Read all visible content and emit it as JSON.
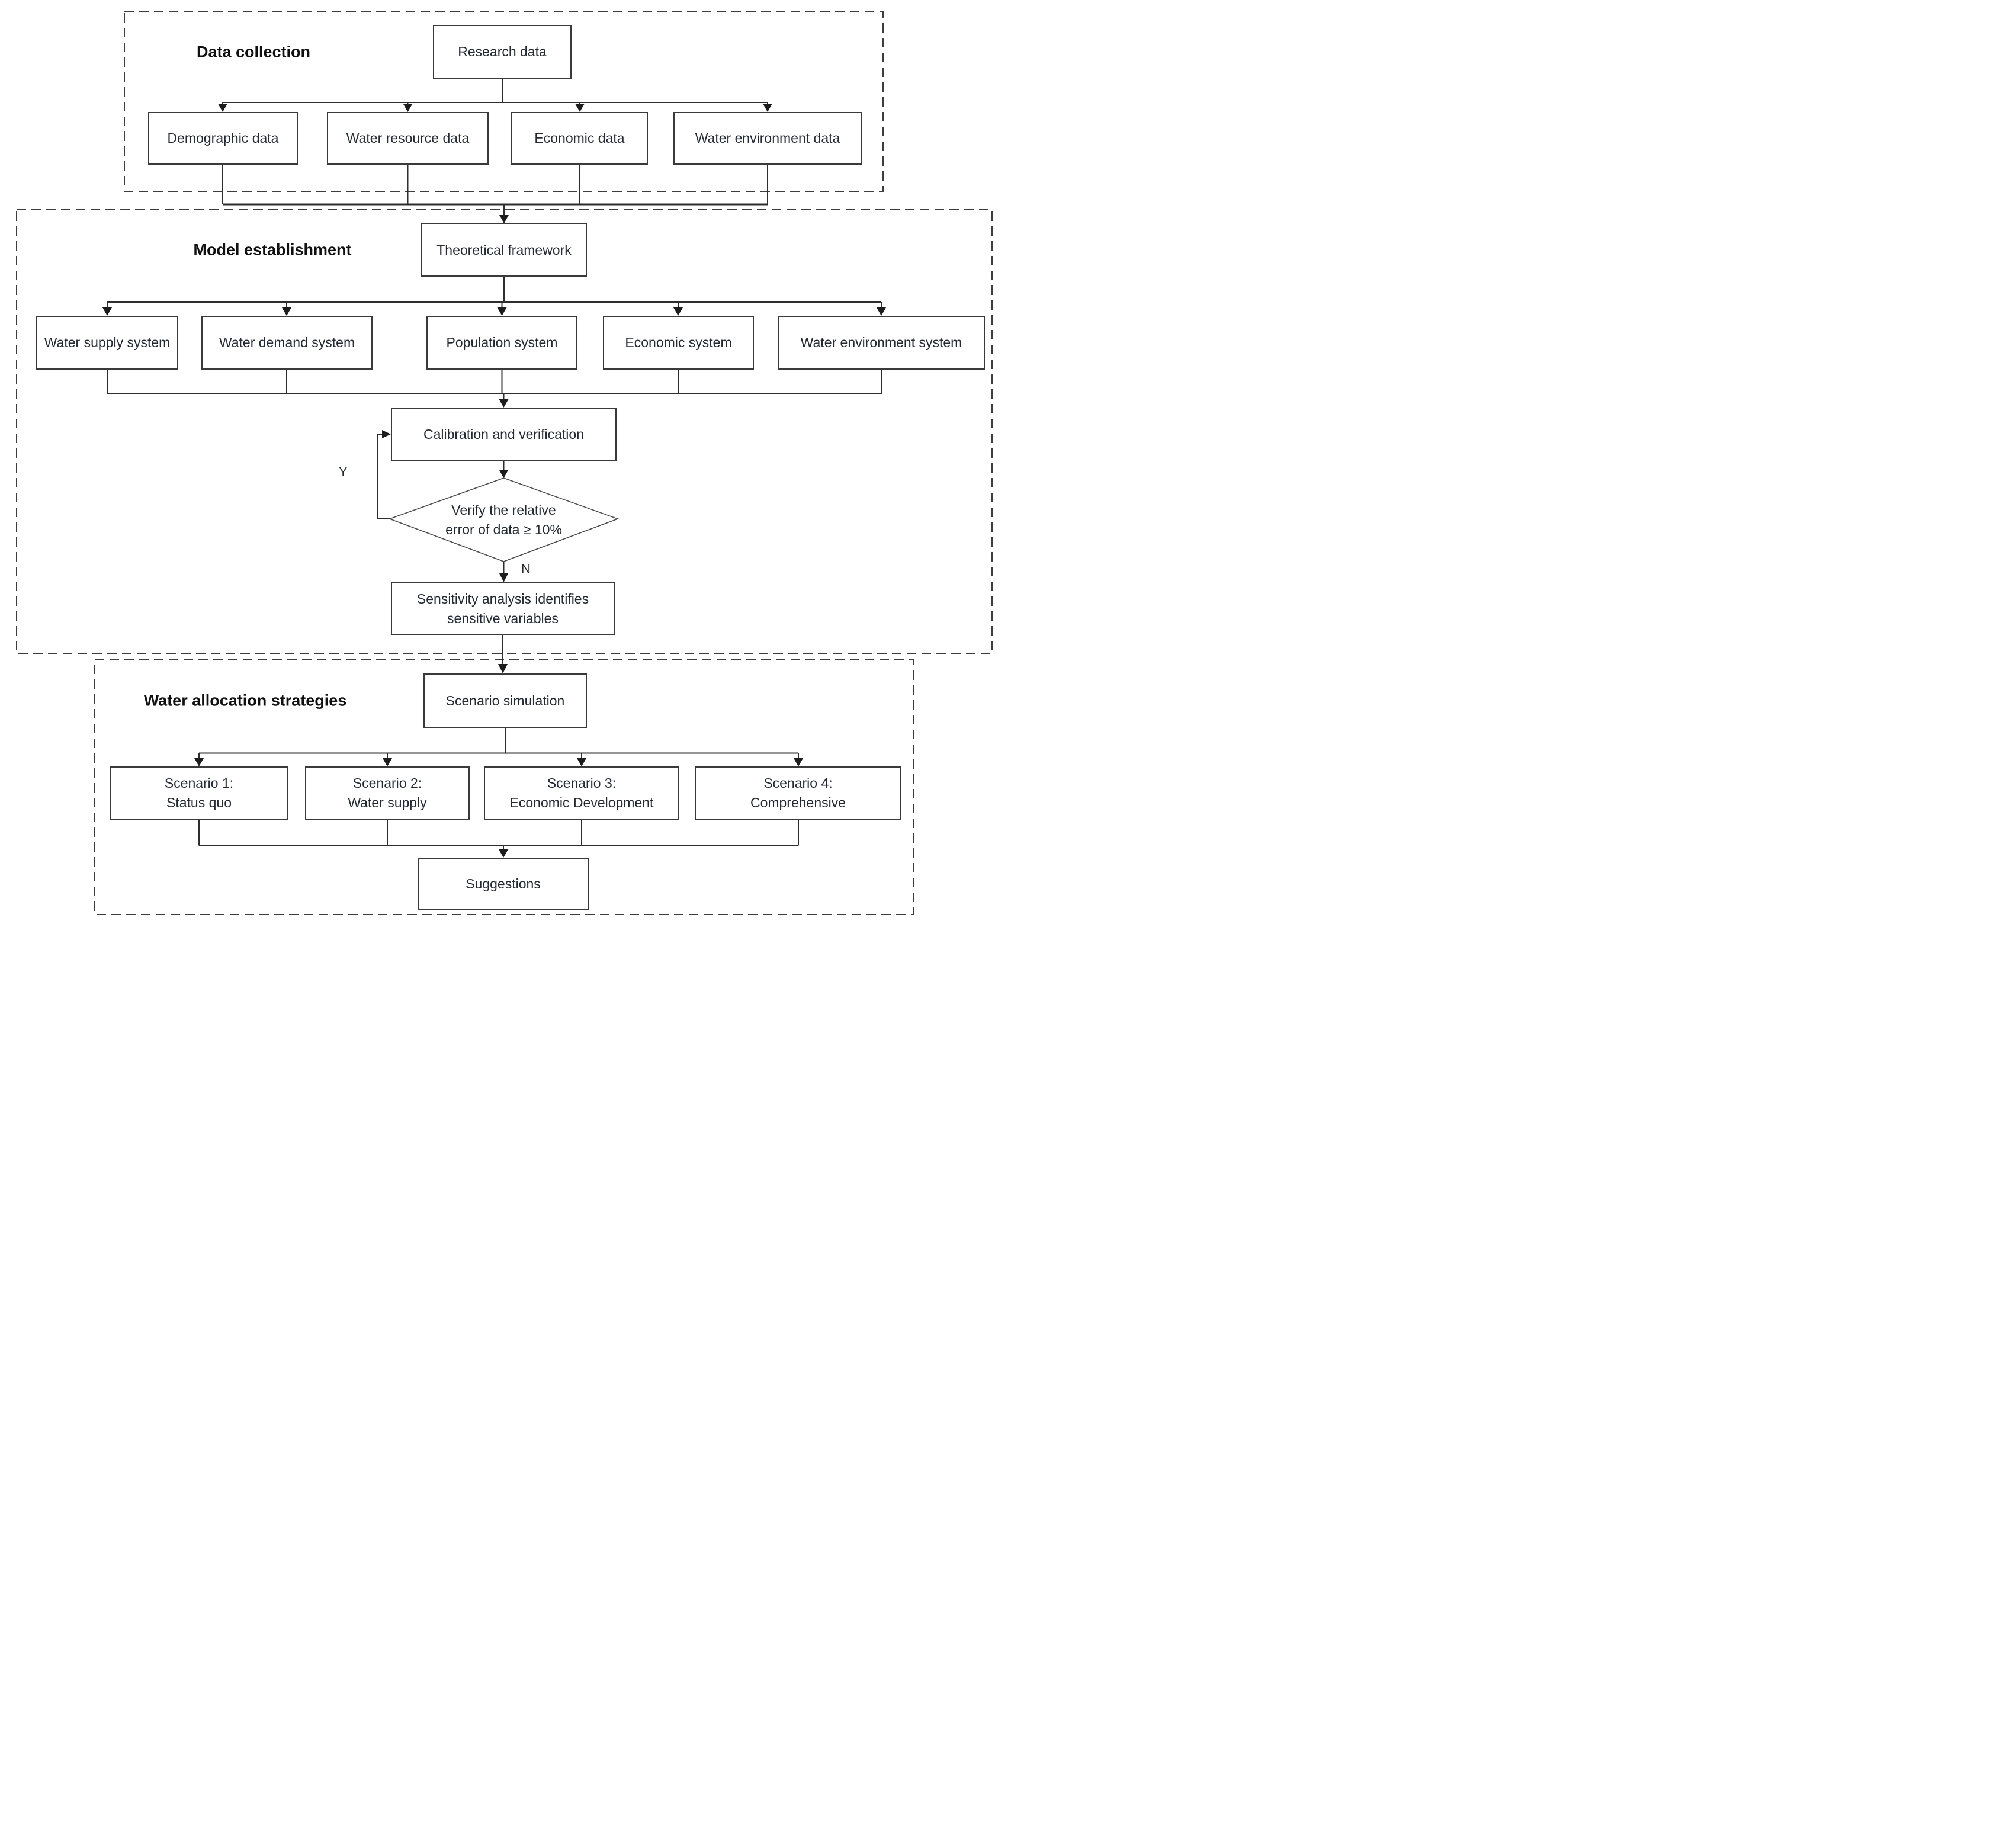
{
  "sections": {
    "data_collection": {
      "label": "Data collection"
    },
    "model_establishment": {
      "label": "Model establishment"
    },
    "water_allocation": {
      "label": "Water allocation strategies"
    }
  },
  "nodes": {
    "research_data": {
      "label": "Research data"
    },
    "demographic_data": {
      "label": "Demographic data"
    },
    "water_resource_data": {
      "label": "Water resource data"
    },
    "economic_data": {
      "label": "Economic data"
    },
    "water_environment_data": {
      "label": "Water environment data"
    },
    "theoretical_framework": {
      "label": "Theoretical framework"
    },
    "water_supply_system": {
      "label": "Water supply system"
    },
    "water_demand_system": {
      "label": "Water demand system"
    },
    "population_system": {
      "label": "Population system"
    },
    "economic_system": {
      "label": "Economic system"
    },
    "water_environment_system": {
      "label": "Water environment system"
    },
    "calibration": {
      "label": "Calibration and verification"
    },
    "verify_decision": {
      "line1": "Verify the relative",
      "line2": "error of data ≥ 10%"
    },
    "sensitivity": {
      "line1": "Sensitivity analysis identifies",
      "line2": "sensitive variables"
    },
    "scenario_simulation": {
      "label": "Scenario simulation"
    },
    "scenario1": {
      "line1": "Scenario 1:",
      "line2": "Status quo"
    },
    "scenario2": {
      "line1": "Scenario 2:",
      "line2": "Water supply"
    },
    "scenario3": {
      "line1": "Scenario 3:",
      "line2": "Economic Development"
    },
    "scenario4": {
      "line1": "Scenario 4:",
      "line2": "Comprehensive"
    },
    "suggestions": {
      "label": "Suggestions"
    }
  },
  "edge_labels": {
    "yes": "Y",
    "no": "N"
  },
  "colors": {
    "text": "#242a33",
    "border": "#3a3a3a",
    "line": "#2e2e2e",
    "background": "#ffffff"
  }
}
